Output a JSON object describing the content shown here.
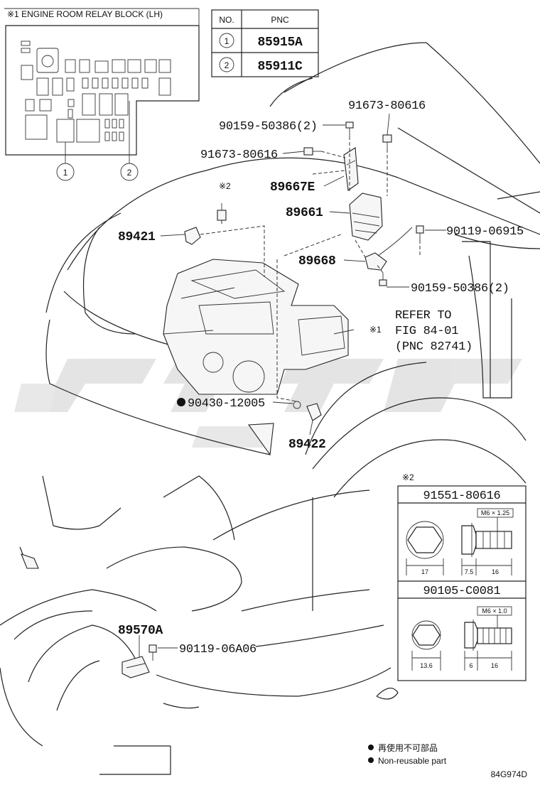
{
  "relay_block": {
    "title": "※1 ENGINE ROOM RELAY BLOCK (LH)",
    "callouts": [
      "1",
      "2"
    ]
  },
  "pnc_table": {
    "headers": [
      "NO.",
      "PNC"
    ],
    "rows": [
      {
        "no": "1",
        "pnc": "85915A"
      },
      {
        "no": "2",
        "pnc": "85911C"
      }
    ]
  },
  "labels": {
    "p91673_top": "91673-80616",
    "p90159_top": "90159-50386(2)",
    "p91673_left": "91673-80616",
    "p89667E": "89667E",
    "p89661": "89661",
    "p89421": "89421",
    "note2_marker": "※2",
    "p90119_06915": "90119-06915",
    "p89668": "89668",
    "p90159_bottom": "90159-50386(2)",
    "refer_line1": "REFER TO",
    "refer_line2": "FIG 84-01",
    "refer_line3": "(PNC 82741)",
    "note1_marker": "※1",
    "p90430": "90430-12005",
    "p89422": "89422",
    "p89570A": "89570A",
    "p90119_06A06": "90119-06A06"
  },
  "bolt_detail": {
    "marker": "※2",
    "bolt1": {
      "part": "91551-80616",
      "thread": "M6 × 1.25",
      "dims": [
        "17",
        "7.5",
        "16"
      ]
    },
    "bolt2": {
      "part": "90105-C0081",
      "thread": "M6 × 1.0",
      "dims": [
        "13.6",
        "6",
        "16"
      ]
    }
  },
  "legend": {
    "japanese": "再使用不可部品",
    "english": "Non-reusable part"
  },
  "figure_id": "84G974D"
}
